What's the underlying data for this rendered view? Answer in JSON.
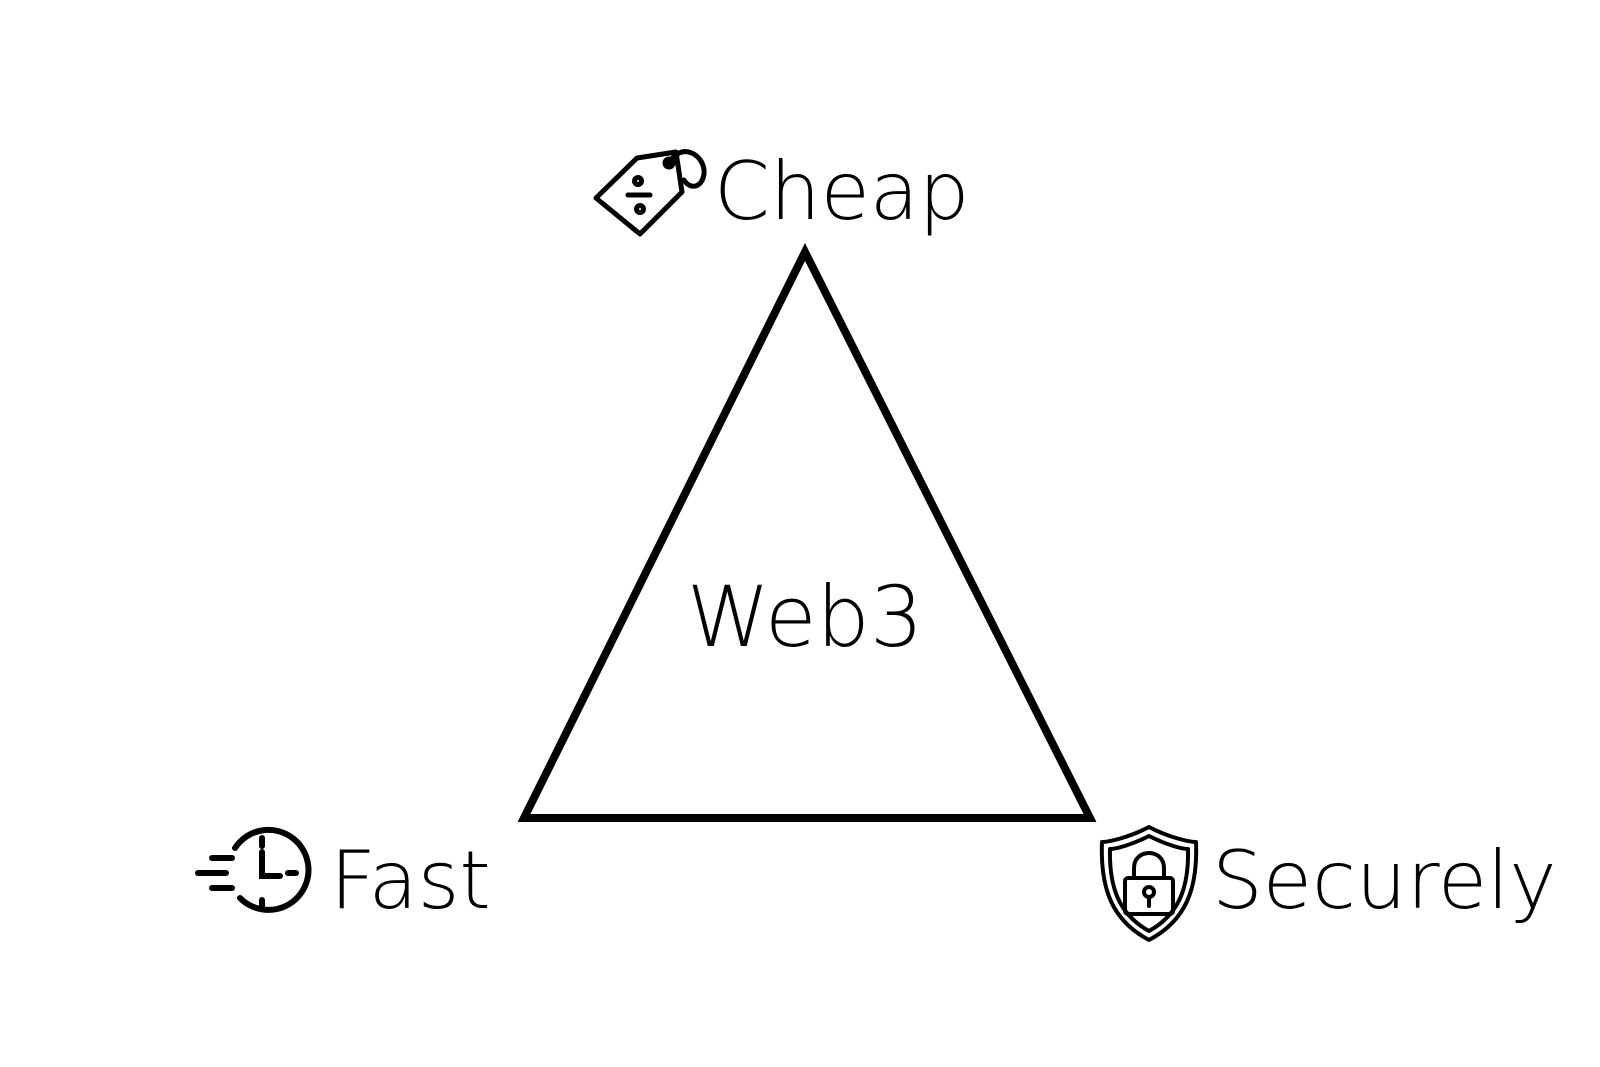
{
  "diagram": {
    "center_label": "Web3",
    "corners": {
      "top": {
        "label": "Cheap",
        "icon": "price-tag-icon"
      },
      "bottom_left": {
        "label": "Fast",
        "icon": "fast-clock-icon"
      },
      "bottom_right": {
        "label": "Securely",
        "icon": "shield-lock-icon"
      }
    },
    "colors": {
      "stroke": "#000000",
      "background": "#ffffff"
    }
  }
}
